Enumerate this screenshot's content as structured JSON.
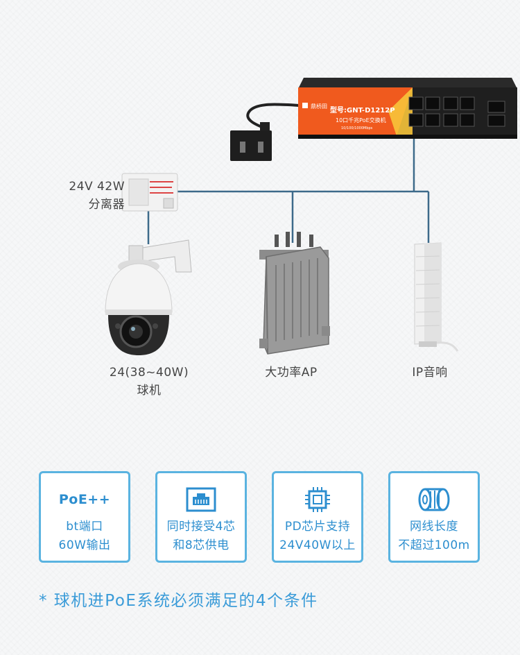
{
  "switch": {
    "brand": "鼎桥田",
    "model": "型号:GNT-D1212P",
    "desc": "10口千兆PoE交换机",
    "speed": "10/100/1000Mbps"
  },
  "devices": {
    "splitter_line1": "24V 42W",
    "splitter_line2": "分离器",
    "camera_line1": "24(38~40W)",
    "camera_line2": "球机",
    "ap": "大功率AP",
    "speaker": "IP音响"
  },
  "cards": [
    {
      "title": "PoE++",
      "line1": "bt端口",
      "line2": "60W输出",
      "icon": "poe-text"
    },
    {
      "line1": "同时接受4芯",
      "line2": "和8芯供电",
      "icon": "rj45-port-icon"
    },
    {
      "line1": "PD芯片支持",
      "line2": "24V40W以上",
      "icon": "chip-icon"
    },
    {
      "line1": "网线长度",
      "line2": "不超过100m",
      "icon": "cable-reel-icon"
    }
  ],
  "footnote": "* 球机进PoE系统必须满足的4个条件",
  "colors": {
    "accent": "#2c8ecf",
    "card_border": "#5ab3e0",
    "switch_orange": "#f05a1e",
    "line": "#3d6a8a"
  }
}
